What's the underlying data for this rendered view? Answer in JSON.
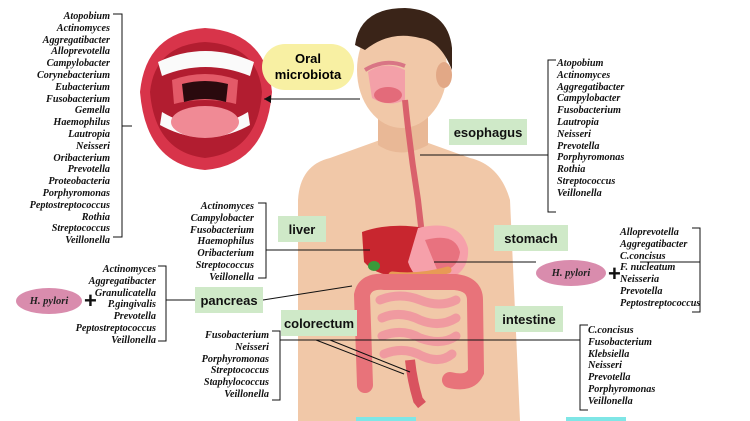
{
  "bubble": {
    "line1": "Oral",
    "line2": "microbiota"
  },
  "organs": {
    "esophagus": "esophagus",
    "liver": "liver",
    "stomach": "stomach",
    "pancreas": "pancreas",
    "colorectum": "colorectum",
    "intestine": "intestine"
  },
  "pylori": {
    "left": "H. pylori",
    "right": "H. pylori"
  },
  "lists": {
    "oral": [
      "Atopobium",
      "Actinomyces",
      "Aggregatibacter",
      "Alloprevotella",
      "Campylobacter",
      "Corynebacterium",
      "Eubacterium",
      "Fusobacterium",
      "Gemella",
      "Haemophilus",
      "Lautropia",
      "Neisseri",
      "Oribacterium",
      "Prevotella",
      "Proteobacteria",
      "Porphyromonas",
      "Peptostreptococcus",
      "Rothia",
      "Streptococcus",
      "Veillonella"
    ],
    "esophagus": [
      "Atopobium",
      "Actinomyces",
      "Aggregatibacter",
      "Campylobacter",
      "Fusobacterium",
      "Lautropia",
      "Neisseri",
      "Prevotella",
      "Porphyromonas",
      "Rothia",
      "Streptococcus",
      "Veillonella"
    ],
    "liver": [
      "Actinomyces",
      "Campylobacter",
      "Fusobacterium",
      "Haemophilus",
      "Oribacterium",
      "Streptococcus",
      "Veillonella"
    ],
    "stomach": [
      "Alloprevotella",
      "Aggregatibacter",
      "C.concisus",
      "F. nucleatum",
      "Neisseria",
      "Prevotella",
      "Peptostreptococcus"
    ],
    "pancreas": [
      "Actinomyces",
      "Aggregatibacter",
      "Granulicatella",
      "P.gingivalis",
      "Prevotella",
      "Peptostreptococcus",
      "Veillonella"
    ],
    "colorectum": [
      "Fusobacterium",
      "Neisseri",
      "Porphyromonas",
      "Streptococcus",
      "Staphylococcus",
      "Veillonella"
    ],
    "intestine": [
      "C.concisus",
      "Fusobacterium",
      "Klebsiella",
      "Neisseri",
      "Prevotella",
      "Porphyromonas",
      "Veillonella"
    ]
  }
}
